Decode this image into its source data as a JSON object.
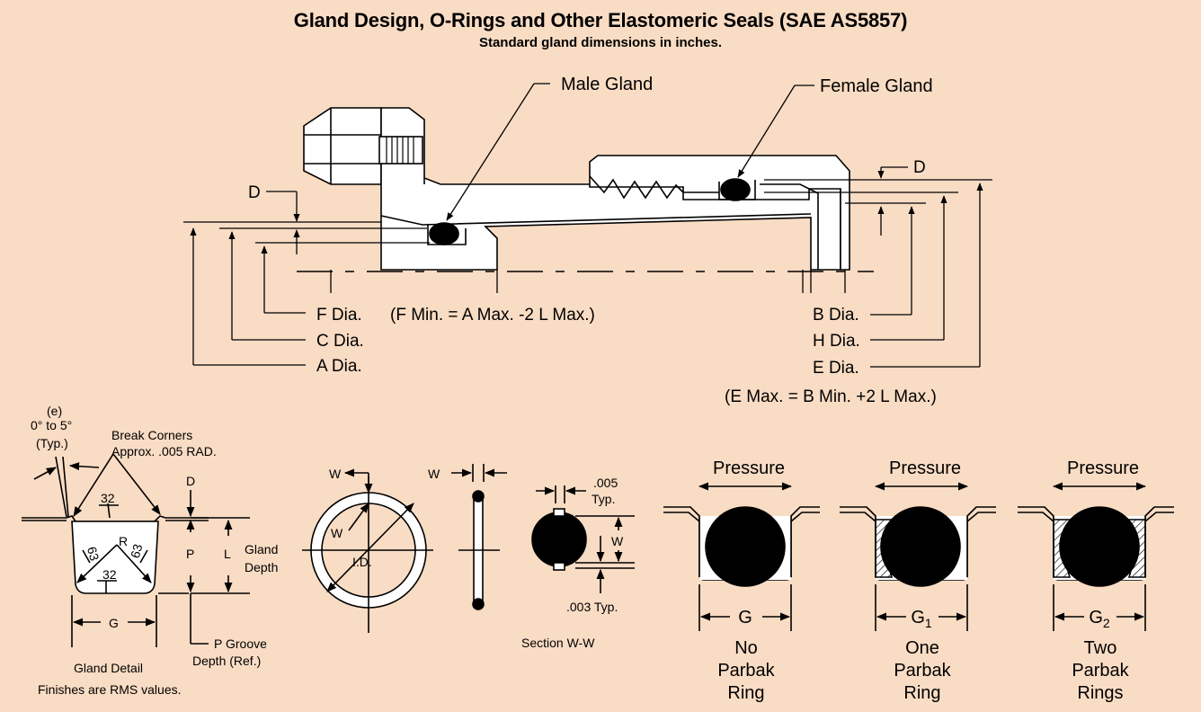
{
  "header": {
    "title": "Gland Design, O-Rings and Other Elastomeric Seals (SAE AS5857)",
    "subtitle": "Standard gland dimensions in inches."
  },
  "top_diagram": {
    "male_gland": "Male Gland",
    "female_gland": "Female Gland",
    "d_left": "D",
    "d_right": "D",
    "f_dia": "F  Dia.",
    "f_formula": "(F Min. = A Max. -2 L Max.)",
    "c_dia": "C Dia.",
    "a_dia": "A Dia.",
    "b_dia": "B Dia.",
    "h_dia": "H Dia.",
    "e_dia": "E Dia.",
    "e_formula": "(E Max. = B Min. +2 L Max.)"
  },
  "gland_detail": {
    "e_note": "(e)",
    "angle": "0° to 5°",
    "typ": "(Typ.)",
    "break_1": "Break Corners",
    "break_2": "Approx. .005 RAD.",
    "finish_32_top": "32",
    "finish_r": "R",
    "finish_63_left": "63",
    "finish_63_right": "63",
    "finish_32_bottom": "32",
    "d": "D",
    "p": "P",
    "l": "L",
    "gland_1": "Gland",
    "gland_2": "Depth",
    "g": "G",
    "p_groove_1": "P Groove",
    "p_groove_2": "Depth (Ref.)",
    "caption": "Gland Detail",
    "finishes": "Finishes are RMS values."
  },
  "oring": {
    "w_top": "W",
    "w_inner": "W",
    "id": "I.D.",
    "w_side": "W"
  },
  "section": {
    "typ005_1": ".005",
    "typ005_2": "Typ.",
    "w": "W",
    "typ003": ".003 Typ.",
    "caption": "Section W-W"
  },
  "parbak": [
    {
      "pressure": "Pressure",
      "g": "G",
      "sub": "",
      "line1": "No",
      "line2": "Parbak",
      "line3": "Ring"
    },
    {
      "pressure": "Pressure",
      "g": "G",
      "sub": "1",
      "line1": "One",
      "line2": "Parbak",
      "line3": "Ring"
    },
    {
      "pressure": "Pressure",
      "g": "G",
      "sub": "2",
      "line1": "Two",
      "line2": "Parbak",
      "line3": "Rings"
    }
  ],
  "colors": {
    "background": "#f9dcc4",
    "part_fill": "#ffffff",
    "ink": "#000000"
  }
}
